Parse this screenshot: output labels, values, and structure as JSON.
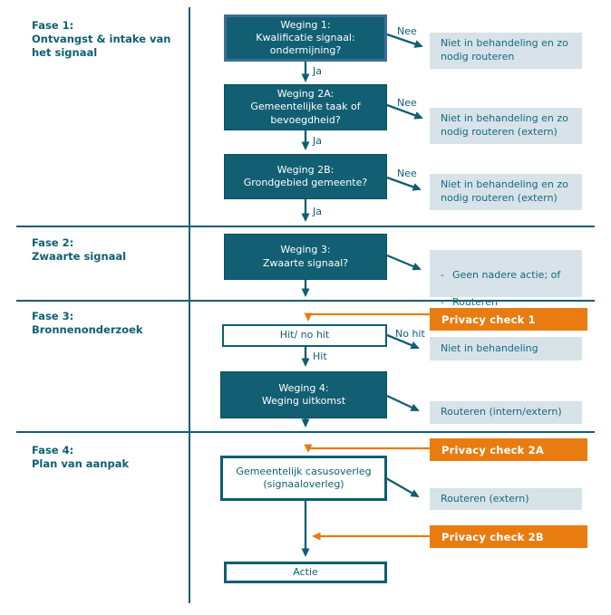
{
  "phases": [
    {
      "label": "Fase 1:\nOntvangst & intake van\nhet signaal"
    },
    {
      "label": "Fase 2:\nZwaarte signaal"
    },
    {
      "label": "Fase 3:\nBronnenonderzoek"
    },
    {
      "label": "Fase 4:\nPlan van aanpak"
    }
  ],
  "flow": {
    "weging1": "Weging 1:\nKwalificatie signaal:\nondermijning?",
    "weging2a": "Weging 2A:\nGemeentelijke taak of\nbevoegdheid?",
    "weging2b": "Weging 2B:\nGrondgebied gemeente?",
    "weging3": "Weging 3:\nZwaarte signaal?",
    "hit_no_hit": "Hit/ no hit",
    "weging4": "Weging 4:\nWeging uitkomst",
    "casusoverleg": "Gemeentelijk casusoverleg\n(signaaloverleg)",
    "actie": "Actie"
  },
  "outcomes": {
    "o1": "Niet in behandeling en zo\nnodig routeren",
    "o2": "Niet in behandeling en zo\nnodig routeren (extern)",
    "o3": "Niet in behandeling en zo\nnodig routeren (extern)",
    "o4_items": [
      "Geen nadere actie; of",
      "Routeren\n(intern/extern)"
    ],
    "o5": "Niet in behandeling",
    "o6": "Routeren (intern/extern)",
    "o7": "Routeren (extern)"
  },
  "privacy_checks": {
    "check1": "Privacy check 1",
    "check2a": "Privacy check 2A",
    "check2b": "Privacy check 2B"
  },
  "edge_labels": {
    "ja1": "Ja",
    "ja2": "Ja",
    "ja3": "Ja",
    "nee1": "Nee",
    "nee2": "Nee",
    "nee3": "Nee",
    "hit": "Hit",
    "no_hit": "No hit"
  },
  "colors": {
    "teal_fill": "#125f73",
    "light_fill": "#d7e3e8",
    "orange_fill": "#e87c11",
    "selected_border": "#3c6e97",
    "line": "#0f5e73"
  }
}
